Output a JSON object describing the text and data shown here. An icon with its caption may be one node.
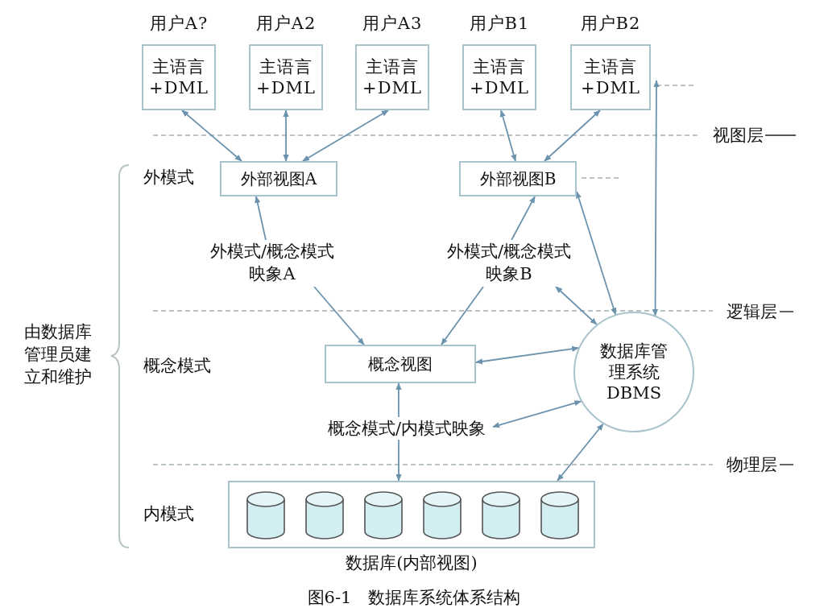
{
  "diagram": {
    "caption": "图6-1　数据库系统体系结构",
    "nodes": [
      {
        "text": [
          "用户A?",
          "主语言+DML"
        ]
      },
      {
        "text": [
          "用户A2",
          "主语言+DML"
        ]
      },
      {
        "text": [
          "用户A3",
          "主语言+DML"
        ]
      },
      {
        "text": [
          "用户B1",
          "主语言+DML"
        ]
      },
      {
        "text": [
          "用户B2",
          "主语言+DML"
        ]
      },
      {
        "text": [
          "外部视图A"
        ]
      },
      {
        "text": [
          "外部视图B"
        ]
      },
      {
        "text": [
          "外模式/概念模式映象A"
        ]
      },
      {
        "text": [
          "外模式/概念模式映象B"
        ]
      },
      {
        "text": [
          "概念视图"
        ]
      },
      {
        "text": [
          "数据库管理系统DBMS"
        ]
      },
      {
        "text": [
          "概念模式/内模式映象"
        ]
      },
      {
        "text": [
          "数据库(内部视图)"
        ]
      },
      {
        "text": [],
        "shape": "cylinder",
        "in": 12
      },
      {
        "text": [],
        "shape": "cylinder",
        "in": 12
      },
      {
        "text": [],
        "shape": "cylinder",
        "in": 12
      },
      {
        "text": [],
        "shape": "cylinder",
        "in": 12
      },
      {
        "text": [],
        "shape": "cylinder",
        "in": 12
      },
      {
        "text": [],
        "shape": "cylinder",
        "in": 12
      }
    ],
    "edges": [
      {
        "from": 0,
        "to": 5,
        "arrow": "both"
      },
      {
        "from": 1,
        "to": 5,
        "arrow": "both"
      },
      {
        "from": 2,
        "to": 5,
        "arrow": "both"
      },
      {
        "from": 3,
        "to": 6,
        "arrow": "both"
      },
      {
        "from": 4,
        "to": 6,
        "arrow": "both"
      },
      {
        "from": 7,
        "to": 5,
        "arrow": "to"
      },
      {
        "from": 7,
        "to": 9,
        "arrow": "to"
      },
      {
        "from": 8,
        "to": 6,
        "arrow": "to"
      },
      {
        "from": 8,
        "to": 9,
        "arrow": "to"
      },
      {
        "from": 10,
        "to": 6,
        "arrow": "both"
      },
      {
        "from": 10,
        "to": 4,
        "arrow": "both"
      },
      {
        "from": 10,
        "to": 8,
        "arrow": "both"
      },
      {
        "from": 10,
        "to": 9,
        "arrow": "both"
      },
      {
        "from": 10,
        "to": 11,
        "arrow": "both"
      },
      {
        "from": 10,
        "to": 12,
        "arrow": "both"
      },
      {
        "from": 11,
        "to": 9,
        "arrow": "to"
      },
      {
        "from": 11,
        "to": 12,
        "arrow": "to"
      }
    ],
    "labels": [
      "视图层",
      "外模式",
      "逻辑层",
      "由数据库管理员建立和维护",
      "概念模式",
      "物理层",
      "内模式"
    ]
  }
}
